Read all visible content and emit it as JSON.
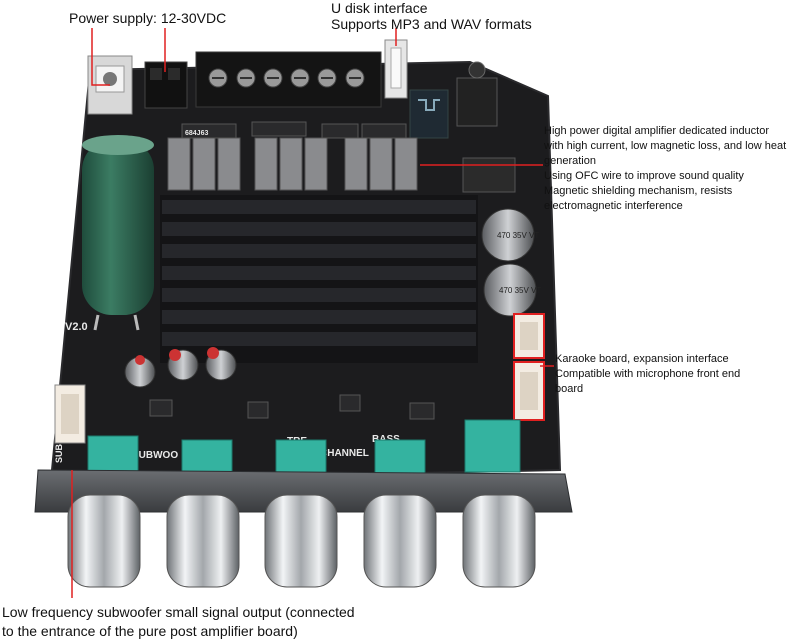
{
  "callouts": {
    "power": "Power supply: 12-30VDC",
    "udisk_line1": "U disk interface",
    "udisk_line2": "Supports MP3 and WAV formats",
    "inductor_line1": "High power digital amplifier dedicated inductor",
    "inductor_line2": "with high current, low magnetic loss, and low heat",
    "inductor_line3": "generation",
    "inductor_line4": "Using OFC wire to improve sound quality",
    "inductor_line5": "Magnetic shielding mechanism, resists",
    "inductor_line6": "electromagnetic interference",
    "karaoke_line1": "Karaoke board, expansion interface",
    "karaoke_line2": "Compatible with microphone front end",
    "karaoke_line3": "board",
    "sub_line1": "Low frequency subwoofer small signal output (connected",
    "sub_line2": "to the entrance of the pure post amplifier board)"
  },
  "board": {
    "version": "V2.0",
    "knob_labels": [
      "SUBWOO",
      "TRE",
      "CHANNEL",
      "BASS"
    ],
    "sub_port_label": "SUB",
    "inductor_code": "684J63",
    "cap_top_rating": "470 35V VT",
    "cap_bottom_rating": "470 35V VT"
  },
  "colors": {
    "pcb": "#1c1c1e",
    "heatsink": "#141416",
    "capacitor": "#2f6b55",
    "potentiometer": "#34b3a0",
    "knob": "#c9ccd0",
    "connector": "#f3ece2",
    "highlight": "#e02020"
  }
}
